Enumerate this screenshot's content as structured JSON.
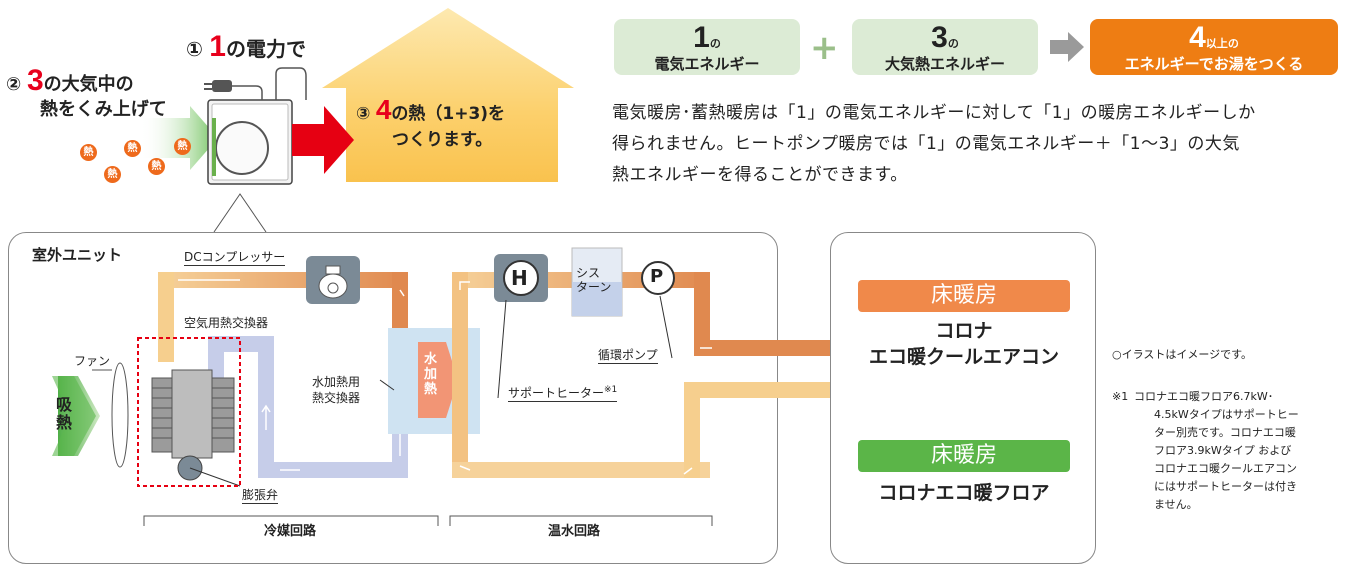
{
  "intro": {
    "step1_marker": "①",
    "step1_num": "1",
    "step1_text": "の電力で",
    "step2_marker": "②",
    "step2_num": "3",
    "step2_text": "の大気中の",
    "step2_text2": "熱をくみ上げて",
    "step3_marker": "③",
    "step3_num": "4",
    "step3_text": "の熱（1+3)を",
    "step3_text2": "つくります。",
    "heat_glyph": "熱"
  },
  "equation": {
    "box1_num": "1",
    "box1_sub": "の",
    "box1_label": "電気エネルギー",
    "plus": "+",
    "box2_num": "3",
    "box2_sub": "の",
    "box2_label": "大気熱エネルギー",
    "box3_num": "4",
    "box3_sub": "以上の",
    "box3_label": "エネルギーでお湯をつくる"
  },
  "description": [
    "電気暖房･蓄熱暖房は「1」の電気エネルギーに対して「1」の暖房エネルギーしか",
    "得られません。ヒートポンプ暖房では「1」の電気エネルギー＋「1〜3」の大気",
    "熱エネルギーを得ることができます。"
  ],
  "outdoor_unit": {
    "title": "室外ユニット",
    "compressor": "DCコンプレッサー",
    "air_hx": "空気用熱交換器",
    "fan": "ファン",
    "absorb_1": "吸",
    "absorb_2": "熱",
    "water_hx_1": "水加熱用",
    "water_hx_2": "熱交換器",
    "water_heat_1": "水",
    "water_heat_2": "加",
    "water_heat_3": "熱",
    "expansion_valve": "膨張弁",
    "heater_symbol": "H",
    "cistern_1": "シス",
    "cistern_2": "ターン",
    "pump_symbol": "P",
    "pump_label": "循環ポンプ",
    "support_heater": "サポートヒーター",
    "support_heater_note": "※1",
    "refrigerant_circuit": "冷媒回路",
    "hot_water_circuit": "温水回路"
  },
  "floors": [
    {
      "title": "床暖房",
      "name1": "コロナ",
      "name2": "エコ暖クールエアコン"
    },
    {
      "title": "床暖房",
      "name1": "コロナエコ暖フロア",
      "name2": ""
    }
  ],
  "notes": {
    "note1": "○イラストはイメージです。",
    "note2_mark": "※1",
    "note2_lines": [
      "コロナエコ暖フロア6.7kW･",
      "4.5kWタイプはサポートヒー",
      "ター別売です。コロナエコ暖",
      "フロア3.9kWタイプ および",
      "コロナエコ暖クールエアコン",
      "にはサポートヒーターは付き",
      "ません。"
    ]
  },
  "colors": {
    "green_box": "#dcebd5",
    "orange_box": "#ee7d13",
    "floor_orange": "#f0894a",
    "floor_green": "#5bb548",
    "red_number": "#e8001c",
    "house_yellow": "#fcd57a",
    "pipe_orange": "#e0894f",
    "pipe_light": "#f6cf8e",
    "pipe_blue": "#c6cde9"
  }
}
